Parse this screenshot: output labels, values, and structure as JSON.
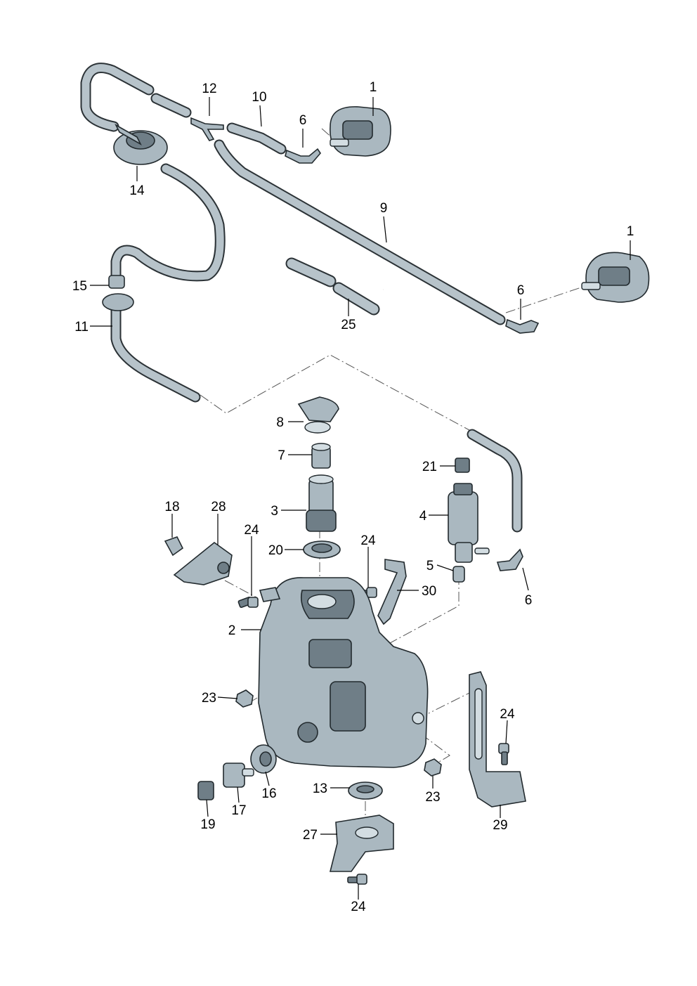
{
  "callouts": [
    {
      "id": "c1a",
      "text": "1"
    },
    {
      "id": "c1b",
      "text": "1"
    },
    {
      "id": "c2",
      "text": "2"
    },
    {
      "id": "c3",
      "text": "3"
    },
    {
      "id": "c4",
      "text": "4"
    },
    {
      "id": "c5",
      "text": "5"
    },
    {
      "id": "c6a",
      "text": "6"
    },
    {
      "id": "c6b",
      "text": "6"
    },
    {
      "id": "c6c",
      "text": "6"
    },
    {
      "id": "c7",
      "text": "7"
    },
    {
      "id": "c8",
      "text": "8"
    },
    {
      "id": "c9",
      "text": "9"
    },
    {
      "id": "c10",
      "text": "10"
    },
    {
      "id": "c11",
      "text": "11"
    },
    {
      "id": "c12",
      "text": "12"
    },
    {
      "id": "c13",
      "text": "13"
    },
    {
      "id": "c14",
      "text": "14"
    },
    {
      "id": "c15",
      "text": "15"
    },
    {
      "id": "c16",
      "text": "16"
    },
    {
      "id": "c17",
      "text": "17"
    },
    {
      "id": "c18",
      "text": "18"
    },
    {
      "id": "c19",
      "text": "19"
    },
    {
      "id": "c20",
      "text": "20"
    },
    {
      "id": "c21",
      "text": "21"
    },
    {
      "id": "c23a",
      "text": "23"
    },
    {
      "id": "c23b",
      "text": "23"
    },
    {
      "id": "c24a",
      "text": "24"
    },
    {
      "id": "c24b",
      "text": "24"
    },
    {
      "id": "c24c",
      "text": "24"
    },
    {
      "id": "c24d",
      "text": "24"
    },
    {
      "id": "c25",
      "text": "25"
    },
    {
      "id": "c27",
      "text": "27"
    },
    {
      "id": "c28",
      "text": "28"
    },
    {
      "id": "c29",
      "text": "29"
    },
    {
      "id": "c30",
      "text": "30"
    }
  ],
  "colors": {
    "part_fill": "#aab8c0",
    "part_dark": "#6f7e87",
    "outline": "#222a2e",
    "background": "#ffffff"
  }
}
